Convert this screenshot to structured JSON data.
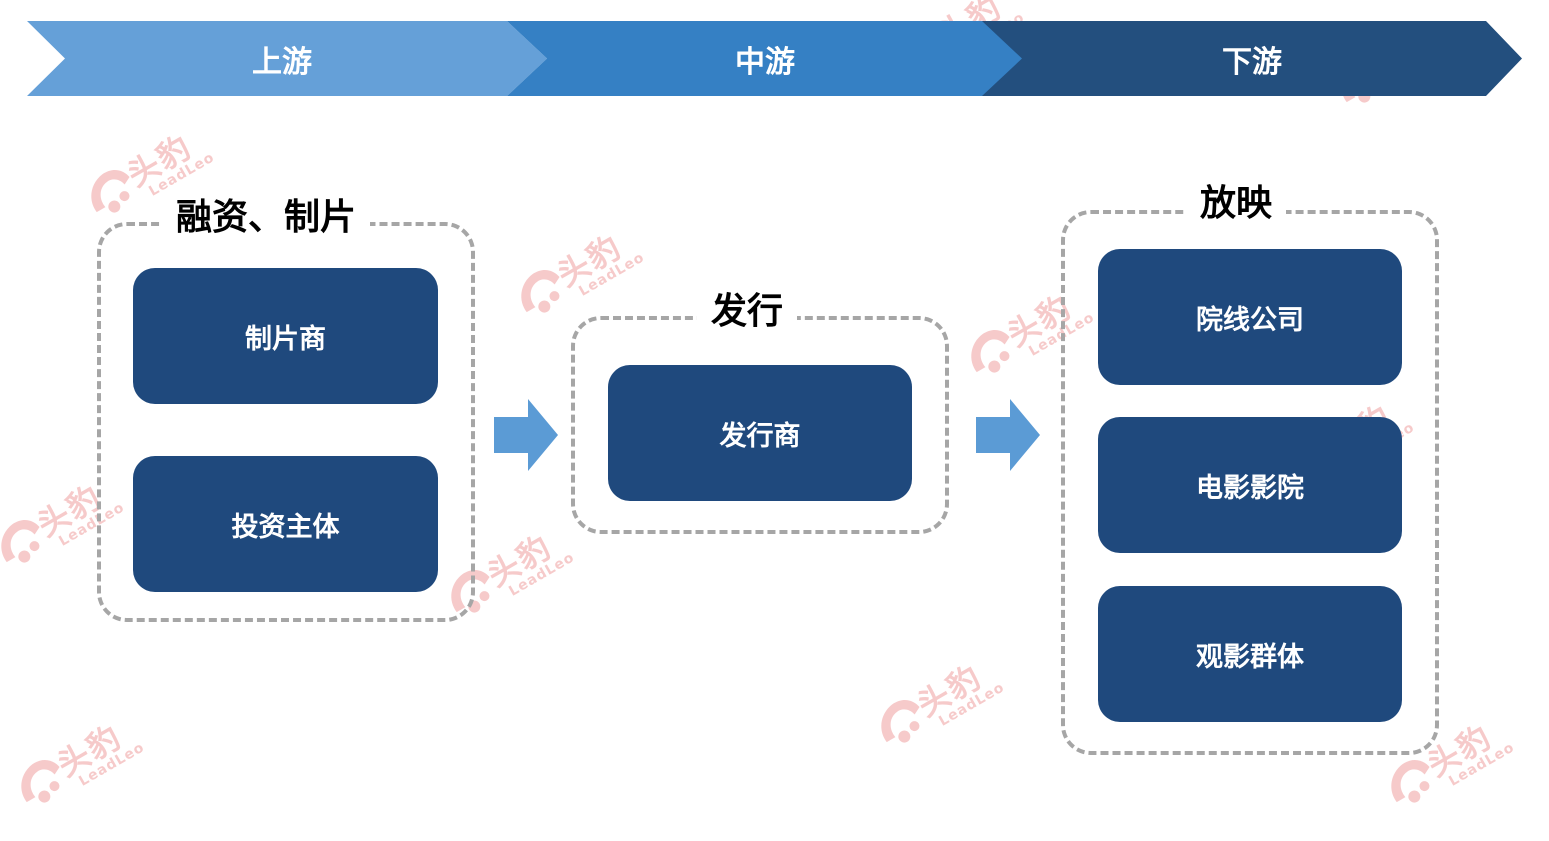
{
  "header": {
    "upstream": "上游",
    "midstream": "中游",
    "downstream": "下游"
  },
  "groups": {
    "upstream": {
      "title": "融资、制片",
      "items": [
        "制片商",
        "投资主体"
      ]
    },
    "midstream": {
      "title": "发行",
      "items": [
        "发行商"
      ]
    },
    "downstream": {
      "title": "放映",
      "items": [
        "院线公司",
        "电影影院",
        "观影群体"
      ]
    }
  },
  "watermark": {
    "cn": "头豹",
    "en": "LeadLeo",
    "icon": "leopard-logo-icon"
  },
  "colors": {
    "upstream": "#65a0d8",
    "midstream": "#3580c4",
    "downstream": "#234f7e",
    "node": "#1f497d",
    "arrow": "#5b9bd5",
    "dash": "#a6a6a6"
  }
}
